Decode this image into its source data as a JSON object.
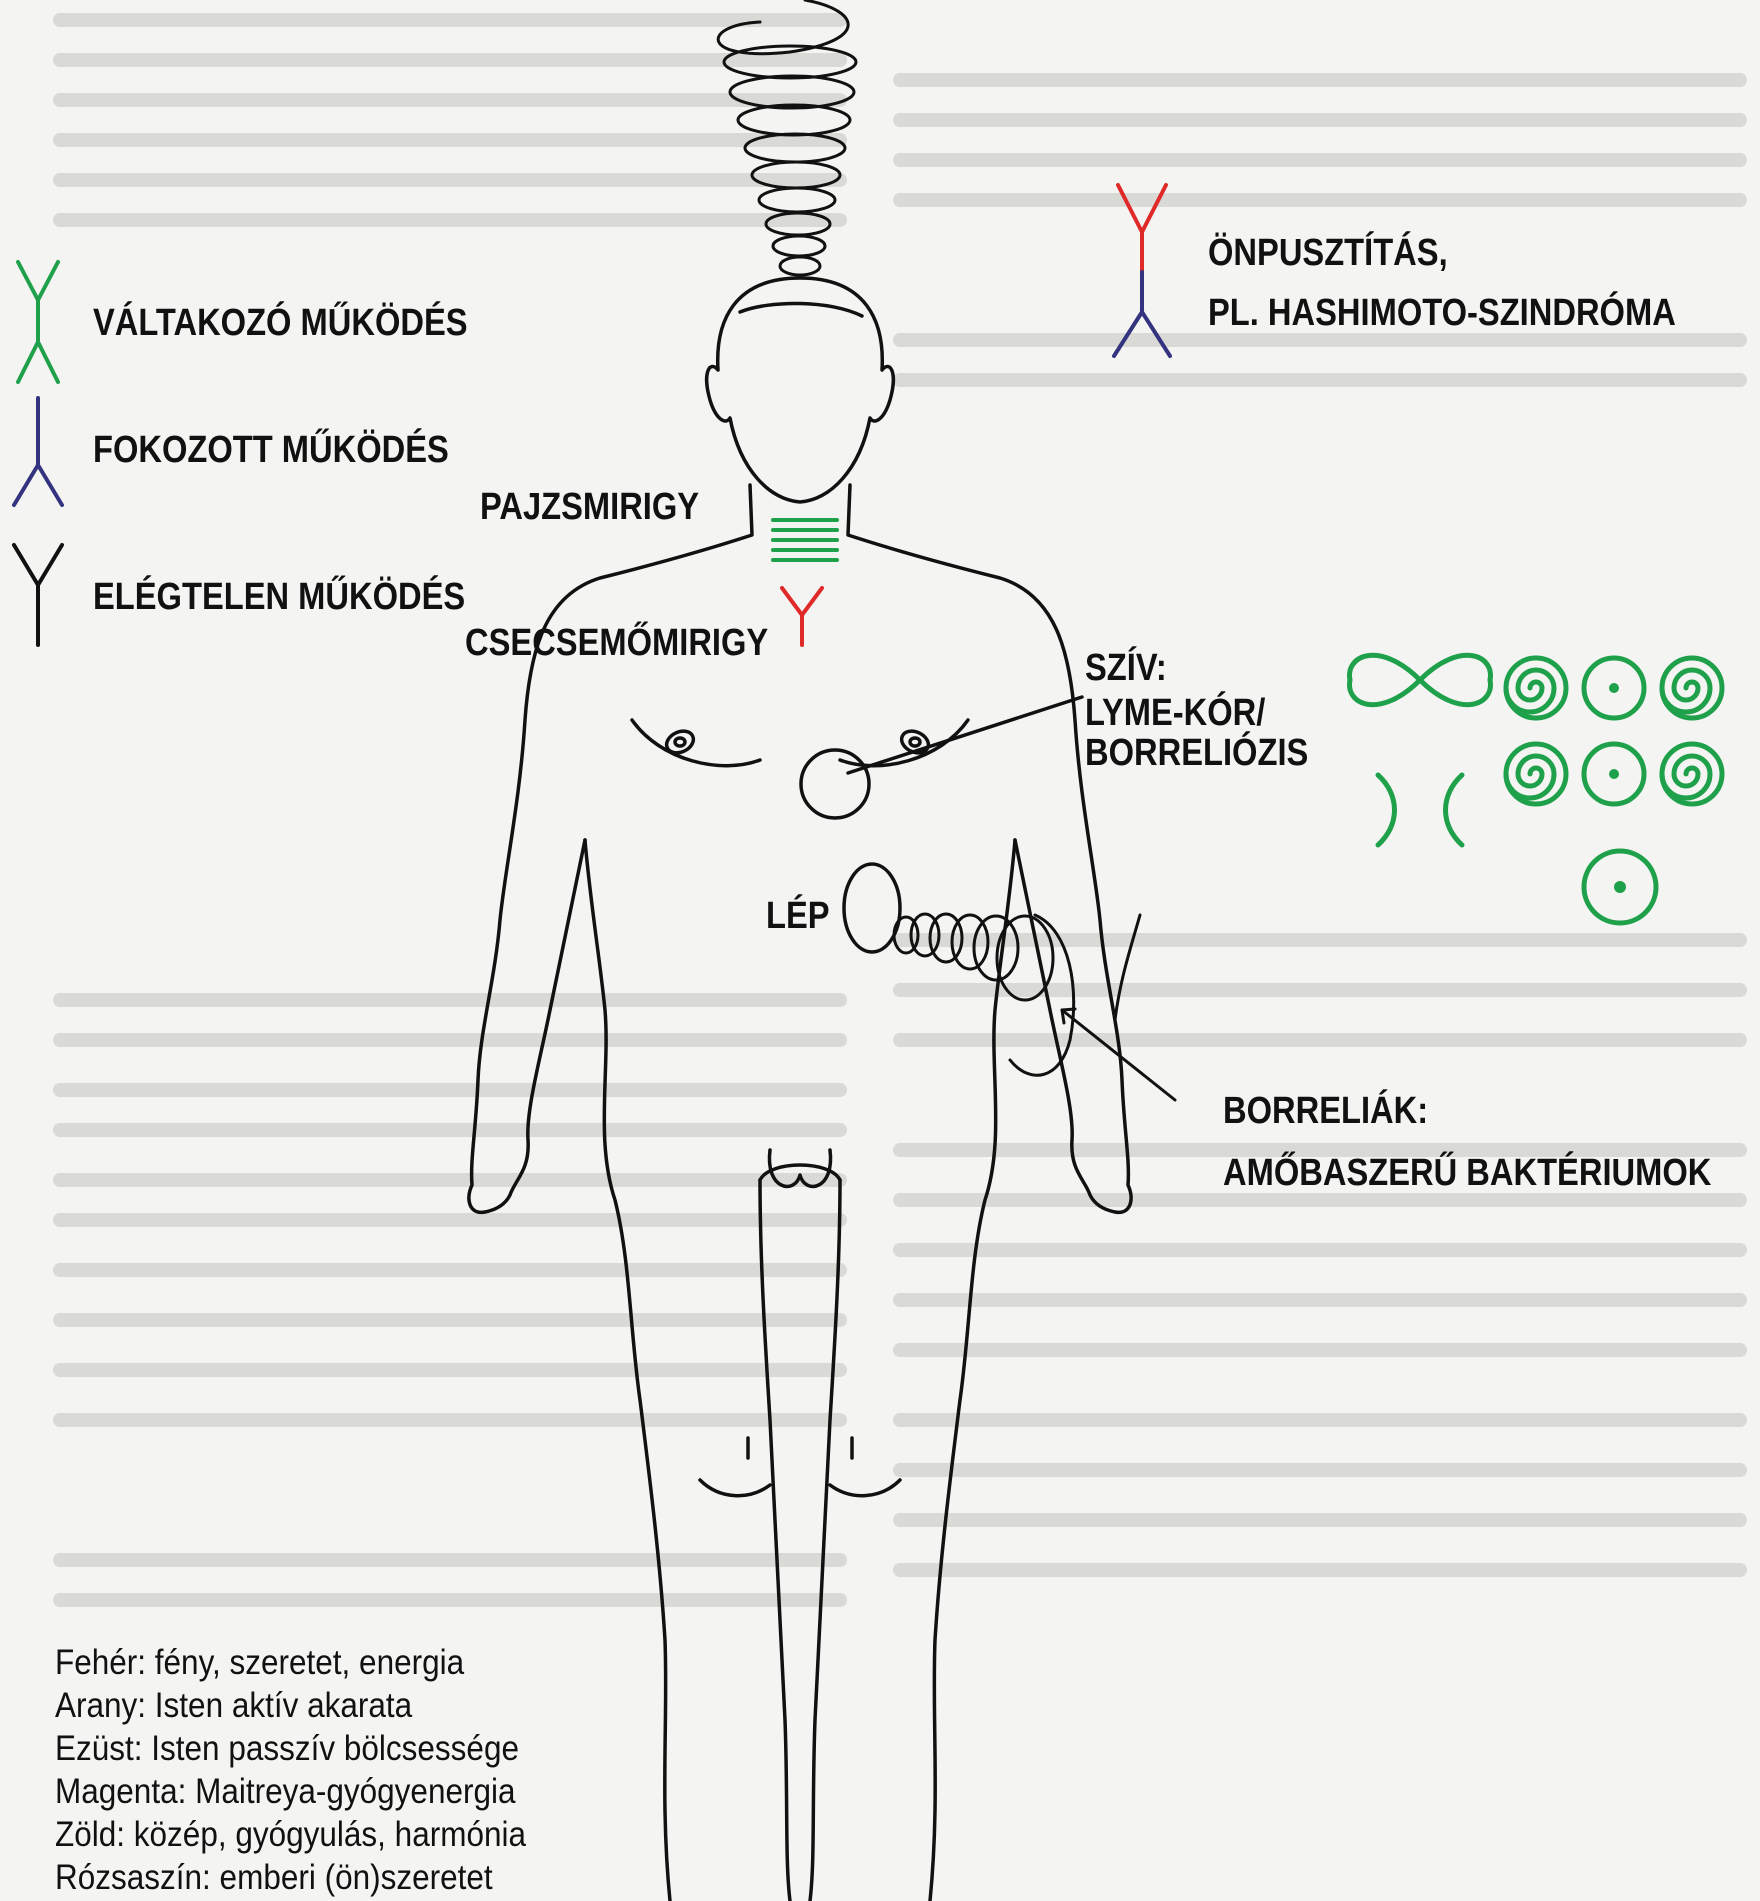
{
  "legend_symbols": [
    {
      "label": "VÁLTAKOZÓ MŰKÖDÉS",
      "color": "#1fa04a",
      "icon": "double-y-icon"
    },
    {
      "label": "FOKOZOTT MŰKÖDÉS",
      "color": "#33337f",
      "icon": "inverted-y-icon"
    },
    {
      "label": "ELÉGTELEN MŰKÖDÉS",
      "color": "#111111",
      "icon": "y-icon"
    }
  ],
  "self_destruction": {
    "line1": "ÖNPUSZTÍTÁS,",
    "line2": "PL. HASHIMOTO-SZINDRÓMA",
    "top_color": "#e02a2a",
    "bottom_color": "#33337f"
  },
  "organs": {
    "thyroid": "PAJZSMIRIGY",
    "thymus": "CSECSEMŐMIRIGY",
    "heart_line1": "SZÍV:",
    "heart_line2": "LYME-KÓR/",
    "heart_line3": "BORRELIÓZIS",
    "spleen": "LÉP",
    "borrelia_line1": "BORRELIÁK:",
    "borrelia_line2": "AMŐBASZERŰ BAKTÉRIUMOK"
  },
  "color_legend": [
    "Fehér: fény, szeretet, energia",
    "Arany: Isten aktív akarata",
    "Ezüst: Isten passzív bölcsessége",
    "Magenta: Maitreya-gyógyenergia",
    "Zöld: közép, gyógyulás, harmónia",
    "Rózsaszín: emberi (ön)szeretet"
  ],
  "colors": {
    "green": "#1fa04a",
    "blue": "#33337f",
    "red": "#e02a2a",
    "line": "#111111"
  }
}
